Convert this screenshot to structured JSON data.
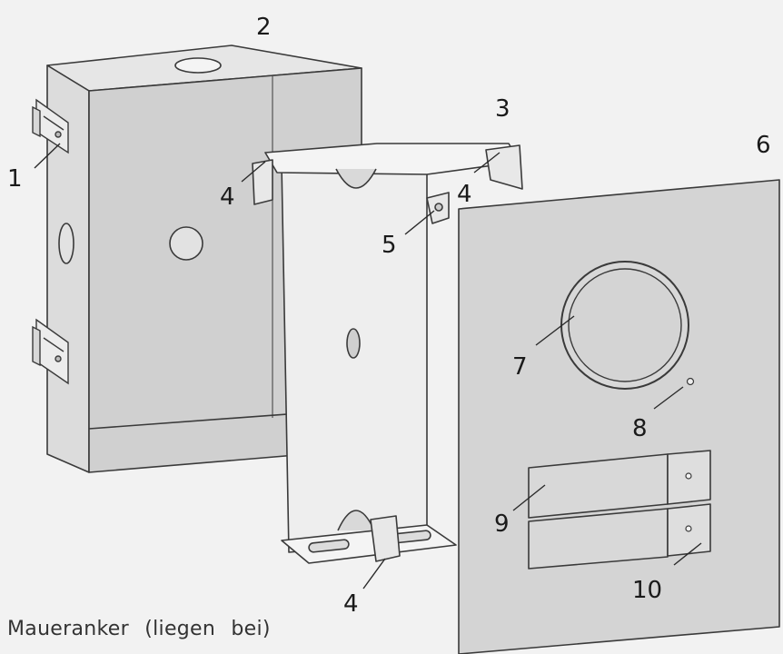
{
  "callouts": {
    "c1": "1",
    "c2": "2",
    "c3": "3",
    "c4a": "4",
    "c4b": "4",
    "c4c": "4",
    "c5": "5",
    "c6": "6",
    "c7": "7",
    "c8": "8",
    "c9": "9",
    "c10": "10"
  },
  "caption": "Maueranker (liegen bei)",
  "colors": {
    "background": "#f2f2f2",
    "line": "#3a3a3a",
    "box_front": "#d0d0d0",
    "box_side": "#dcdcdc",
    "box_top": "#e6e6e6",
    "frame": "#f4f4f4",
    "panel": "#d4d4d4"
  }
}
